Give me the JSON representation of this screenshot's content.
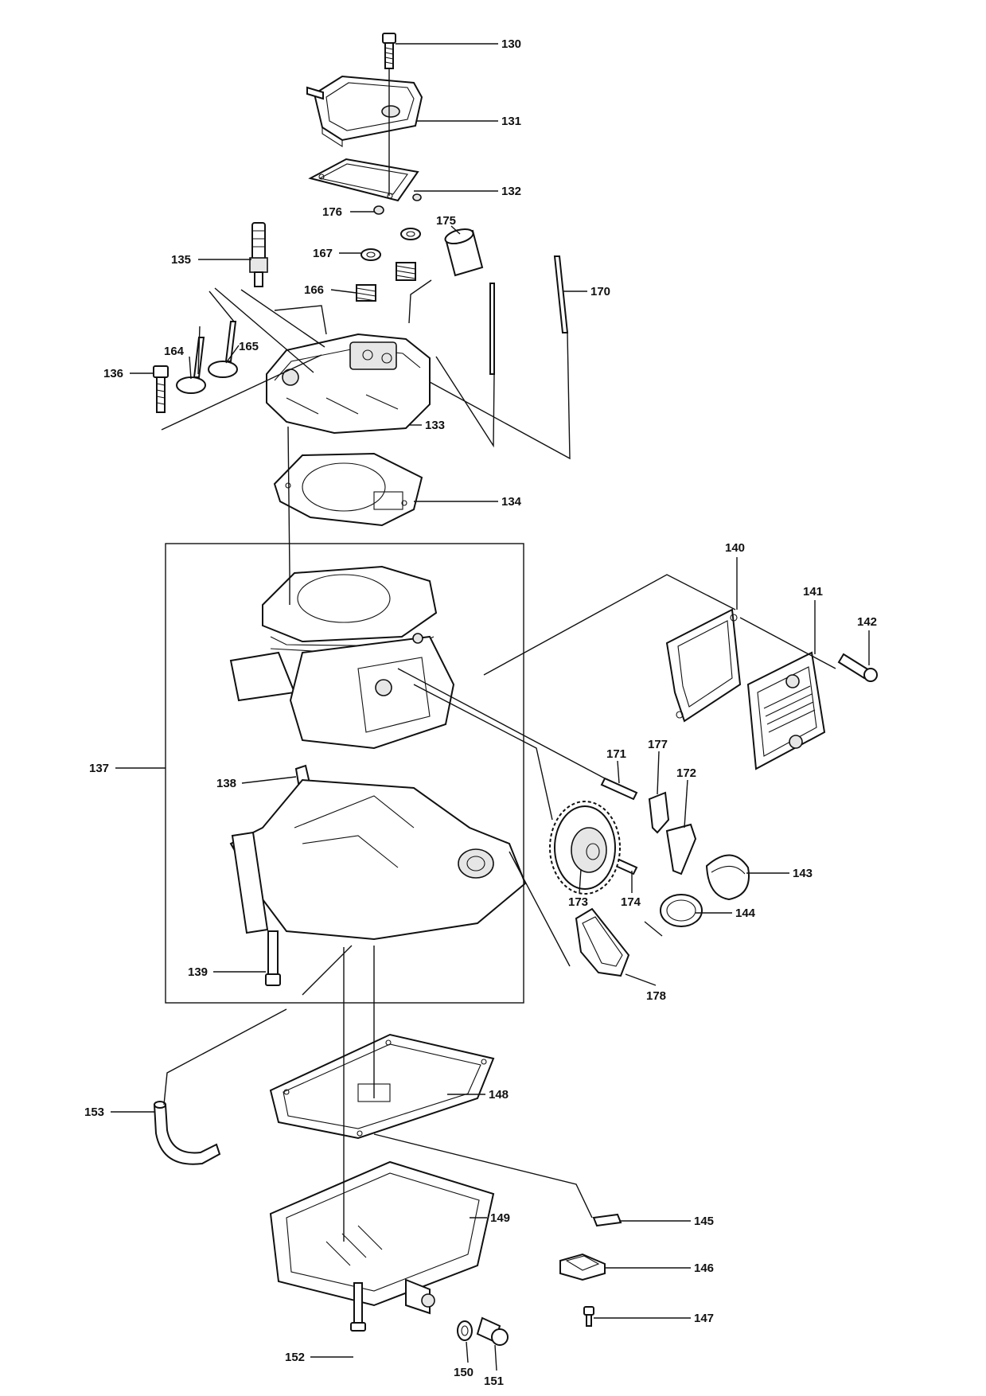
{
  "callouts": [
    {
      "id": "p130",
      "label": "130"
    },
    {
      "id": "p131",
      "label": "131"
    },
    {
      "id": "p132",
      "label": "132"
    },
    {
      "id": "p176",
      "label": "176"
    },
    {
      "id": "p167",
      "label": "167"
    },
    {
      "id": "p175",
      "label": "175"
    },
    {
      "id": "p135",
      "label": "135"
    },
    {
      "id": "p166",
      "label": "166"
    },
    {
      "id": "p170",
      "label": "170"
    },
    {
      "id": "p164",
      "label": "164"
    },
    {
      "id": "p165",
      "label": "165"
    },
    {
      "id": "p136",
      "label": "136"
    },
    {
      "id": "p133",
      "label": "133"
    },
    {
      "id": "p134",
      "label": "134"
    },
    {
      "id": "p140",
      "label": "140"
    },
    {
      "id": "p141",
      "label": "141"
    },
    {
      "id": "p142",
      "label": "142"
    },
    {
      "id": "p137",
      "label": "137"
    },
    {
      "id": "p138",
      "label": "138"
    },
    {
      "id": "p171",
      "label": "171"
    },
    {
      "id": "p177",
      "label": "177"
    },
    {
      "id": "p172",
      "label": "172"
    },
    {
      "id": "p143",
      "label": "143"
    },
    {
      "id": "p173",
      "label": "173"
    },
    {
      "id": "p174",
      "label": "174"
    },
    {
      "id": "p144",
      "label": "144"
    },
    {
      "id": "p178",
      "label": "178"
    },
    {
      "id": "p139",
      "label": "139"
    },
    {
      "id": "p153",
      "label": "153"
    },
    {
      "id": "p148",
      "label": "148"
    },
    {
      "id": "p149",
      "label": "149"
    },
    {
      "id": "p145",
      "label": "145"
    },
    {
      "id": "p146",
      "label": "146"
    },
    {
      "id": "p147",
      "label": "147"
    },
    {
      "id": "p152",
      "label": "152"
    },
    {
      "id": "p150",
      "label": "150"
    },
    {
      "id": "p151",
      "label": "151"
    }
  ]
}
